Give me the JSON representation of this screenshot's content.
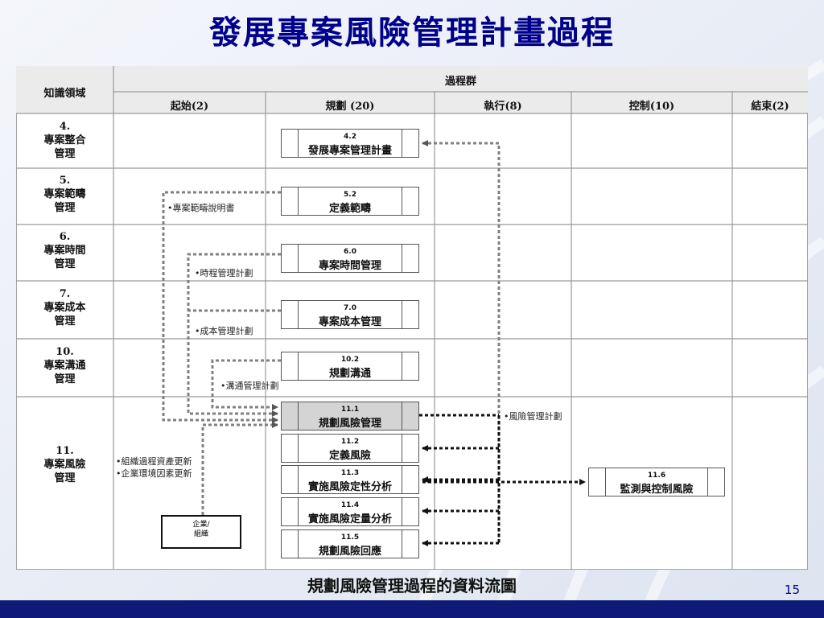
{
  "slide": {
    "title": "發展專案風險管理計畫過程",
    "caption": "規劃風險管理過程的資料流圖",
    "page_number": "15"
  },
  "colors": {
    "title": "#00008b",
    "footer_bar": "#0e1a78",
    "grid": "#999999",
    "flow": "#555555"
  },
  "table": {
    "knowledge_area_header": "知識領域",
    "process_groups_header": "過程群",
    "groups": [
      "起始(2)",
      "規劃 (20)",
      "執行(8)",
      "控制(10)",
      "結束(2)"
    ],
    "areas": [
      {
        "label": "4.\n專案整合\n管理"
      },
      {
        "label": "5.\n專案範疇\n管理"
      },
      {
        "label": "6.\n專案時間\n管理"
      },
      {
        "label": "7.\n專案成本\n管理"
      },
      {
        "label": "10.\n專案溝通\n管理"
      },
      {
        "label": "11.\n專案風險\n管理"
      }
    ]
  },
  "processes": [
    {
      "id": "4.2",
      "name": "發展專案管理計畫"
    },
    {
      "id": "5.2",
      "name": "定義範疇"
    },
    {
      "id": "6.0",
      "name": "專案時間管理"
    },
    {
      "id": "7.0",
      "name": "專案成本管理"
    },
    {
      "id": "10.2",
      "name": "規劃溝通"
    },
    {
      "id": "11.1",
      "name": "規劃風險管理"
    },
    {
      "id": "11.2",
      "name": "定義風險"
    },
    {
      "id": "11.3",
      "name": "實施風險定性分析"
    },
    {
      "id": "11.4",
      "name": "實施風險定量分析"
    },
    {
      "id": "11.5",
      "name": "規劃風險回應"
    },
    {
      "id": "11.6",
      "name": "監測與控制風險"
    }
  ],
  "flow_labels": {
    "scope_statement": "•專案範疇說明書",
    "schedule_plan": "•時程管理計劃",
    "cost_plan": "•成本管理計劃",
    "comm_plan": "•溝通管理計劃",
    "risk_plan": "•風險管理計劃",
    "org_assets": "•組織過程資產更新",
    "env_factors": "•企業環境因素更新"
  },
  "enterprise": "企業/\n組織"
}
